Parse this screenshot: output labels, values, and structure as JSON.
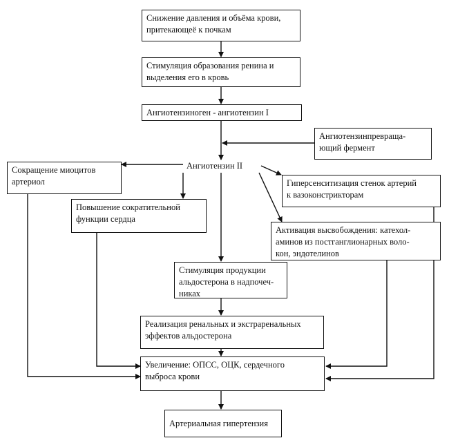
{
  "diagram": {
    "boxes": {
      "b1": "Снижение давления и объёма крови, притекающеё к почкам",
      "b2": "Стимуляция образования ренина и выделения его в кровь",
      "b3": "Ангиотензиноген - ангиотензин I",
      "ace": "Ангиотензинпревраща-ющий фермент",
      "ang2": "Ангиотензин II",
      "myo": "Сокращение миоцитов артериол",
      "hyper": "Гиперсенситизация стенок артерий к вазоконстрикторам",
      "heart": "Повышение сократительной функции сердца",
      "catech": "Активация высвобождения: катехол-аминов из постганглионарных воло-кон, эндотелинов",
      "aldo": "Стимуляция продукции альдостерона в надпочеч-никах",
      "renal": "Реализация ренальных и экстраренальных эффектов альдостерона",
      "increase": "Увеличение: ОПСС, ОЦК, сердечного выброса крови",
      "final": "Артериальная гипертензия"
    },
    "lines": {
      "b1": [
        "Снижение давления и объёма крови,",
        "притекающеё к почкам"
      ],
      "b2": [
        "Стимуляция образования ренина и",
        "выделения его в кровь"
      ],
      "ace": [
        "Ангиотензинпревраща-",
        "ющий фермент"
      ],
      "myo": [
        "Сокращение миоцитов",
        "артериол"
      ],
      "hyper": [
        "Гиперсенситизация стенок артерий",
        "к вазоконстрикторам"
      ],
      "heart": [
        "Повышение сократительной",
        "функции сердца"
      ],
      "catech": [
        "Активация высвобождения: катехол-",
        "аминов из постганглионарных воло-",
        "кон, эндотелинов"
      ],
      "aldo": [
        "Стимуляция продукции",
        "альдостерона в надпочеч-",
        "никах"
      ],
      "renal": [
        "Реализация ренальных и экстраренальных",
        "эффектов альдостерона"
      ],
      "increase": [
        "Увеличение: ОПСС, ОЦК, сердечного",
        "выброса крови"
      ]
    }
  }
}
